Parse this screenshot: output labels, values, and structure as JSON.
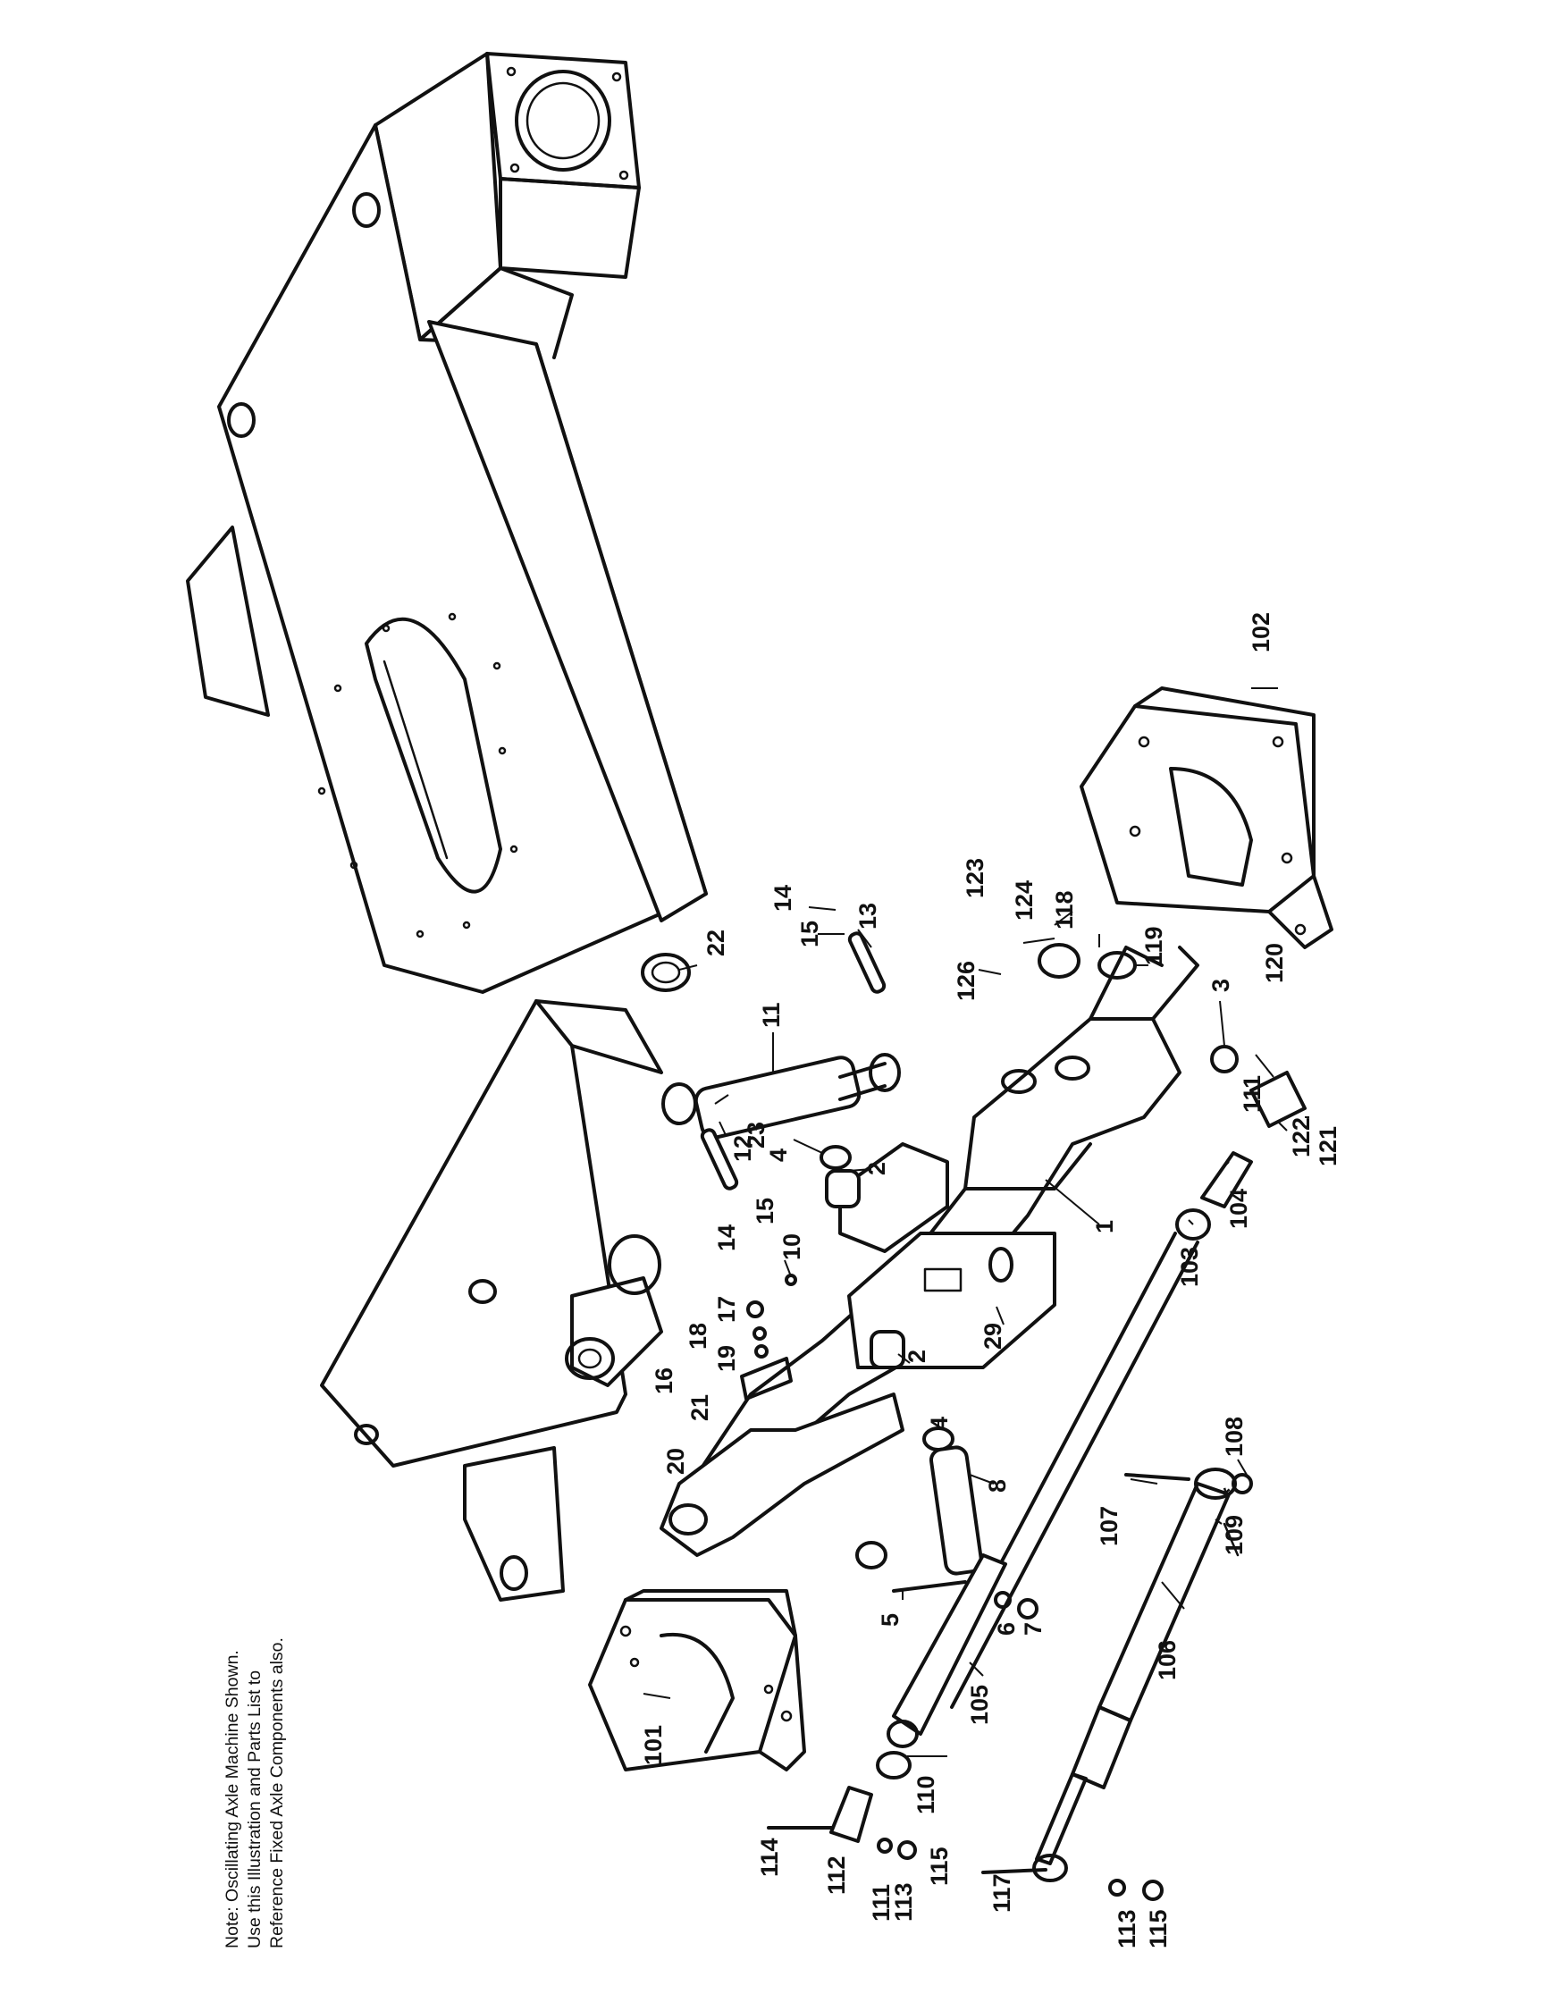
{
  "note": {
    "line1": "Note: Oscillating Axle Machine Shown.",
    "line2": "Use this Illustration and Parts List to",
    "line3": "Reference Fixed Axle Components also."
  },
  "callouts": [
    {
      "id": "c1",
      "label": "1"
    },
    {
      "id": "c2a",
      "label": "2"
    },
    {
      "id": "c2b",
      "label": "2"
    },
    {
      "id": "c3",
      "label": "3"
    },
    {
      "id": "c4a",
      "label": "4"
    },
    {
      "id": "c4b",
      "label": "4"
    },
    {
      "id": "c5",
      "label": "5"
    },
    {
      "id": "c6",
      "label": "6"
    },
    {
      "id": "c7",
      "label": "7"
    },
    {
      "id": "c8",
      "label": "8"
    },
    {
      "id": "c10",
      "label": "10"
    },
    {
      "id": "c11",
      "label": "11"
    },
    {
      "id": "c12",
      "label": "12"
    },
    {
      "id": "c13",
      "label": "13"
    },
    {
      "id": "c14a",
      "label": "14"
    },
    {
      "id": "c14b",
      "label": "14"
    },
    {
      "id": "c15a",
      "label": "15"
    },
    {
      "id": "c15b",
      "label": "15"
    },
    {
      "id": "c16",
      "label": "16"
    },
    {
      "id": "c17",
      "label": "17"
    },
    {
      "id": "c18",
      "label": "18"
    },
    {
      "id": "c19",
      "label": "19"
    },
    {
      "id": "c20",
      "label": "20"
    },
    {
      "id": "c21",
      "label": "21"
    },
    {
      "id": "c22",
      "label": "22"
    },
    {
      "id": "c23",
      "label": "23"
    },
    {
      "id": "c29",
      "label": "29"
    },
    {
      "id": "c101",
      "label": "101"
    },
    {
      "id": "c102",
      "label": "102"
    },
    {
      "id": "c103",
      "label": "103"
    },
    {
      "id": "c104",
      "label": "104"
    },
    {
      "id": "c105",
      "label": "105"
    },
    {
      "id": "c106",
      "label": "106"
    },
    {
      "id": "c107",
      "label": "107"
    },
    {
      "id": "c108",
      "label": "108"
    },
    {
      "id": "c109",
      "label": "109"
    },
    {
      "id": "c110",
      "label": "110"
    },
    {
      "id": "c111a",
      "label": "111"
    },
    {
      "id": "c111b",
      "label": "111"
    },
    {
      "id": "c112",
      "label": "112"
    },
    {
      "id": "c113a",
      "label": "113"
    },
    {
      "id": "c113b",
      "label": "113"
    },
    {
      "id": "c114",
      "label": "114"
    },
    {
      "id": "c115a",
      "label": "115"
    },
    {
      "id": "c115b",
      "label": "115"
    },
    {
      "id": "c117",
      "label": "117"
    },
    {
      "id": "c118",
      "label": "118"
    },
    {
      "id": "c119",
      "label": "119"
    },
    {
      "id": "c120",
      "label": "120"
    },
    {
      "id": "c121",
      "label": "121"
    },
    {
      "id": "c122",
      "label": "122"
    },
    {
      "id": "c123",
      "label": "123"
    },
    {
      "id": "c124",
      "label": "124"
    },
    {
      "id": "c126",
      "label": "126"
    },
    {
      "id": "cstar",
      "label": "*"
    }
  ]
}
